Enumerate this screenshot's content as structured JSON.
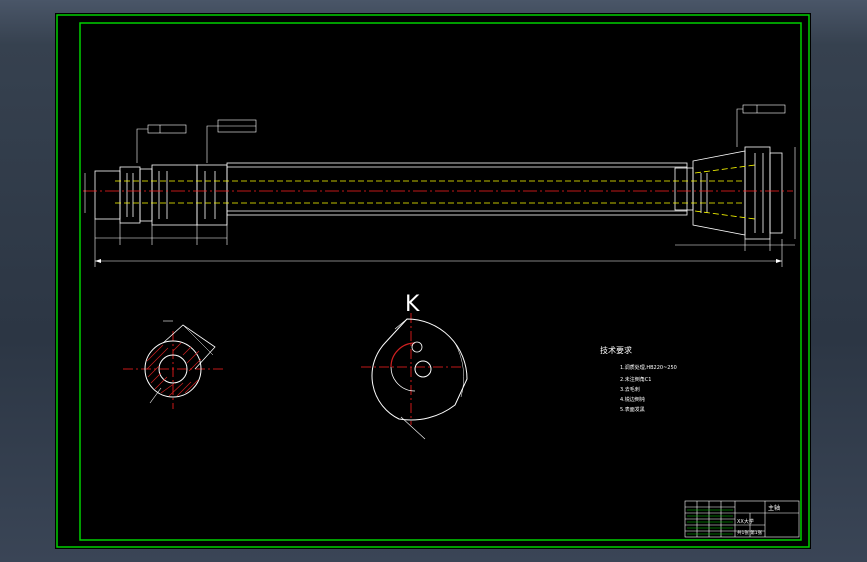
{
  "view_label": "K",
  "notes": {
    "heading": "技术要求",
    "items": [
      "1.调质处理,HB220~250",
      "2.未注倒角C1",
      "3.去毛刺",
      "4.锐边倒钝",
      "5.表面发黑"
    ]
  },
  "title_block": {
    "drawing_name": "主轴",
    "company": "XX大学",
    "sheet_info": "共1张 第1张"
  },
  "colors": {
    "sheet": "#000000",
    "border": "#00d000",
    "outline": "#ffffff",
    "centerline": "#ff2020",
    "hidden": "#ffff00"
  }
}
